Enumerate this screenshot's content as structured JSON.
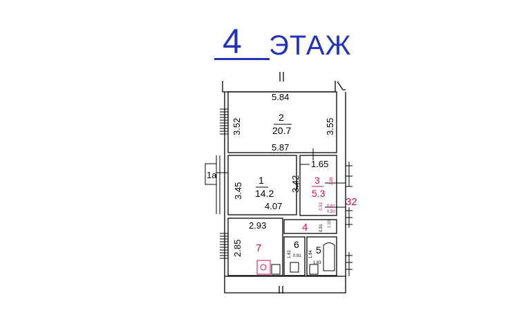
{
  "title": {
    "floor_number": "4",
    "floor_word": "ЭТАЖ"
  },
  "rooms": {
    "r2": {
      "number": "2",
      "area": "20.7",
      "dim_top": "5.84",
      "dim_left": "3.52",
      "dim_right": "3.55",
      "dim_bottom": "5.87"
    },
    "r1": {
      "number": "1",
      "area": "14.2",
      "dim_left": "3.45",
      "dim_right": "3.42",
      "dim_bottom": "4.07"
    },
    "r1a": {
      "label": "1а"
    },
    "r3": {
      "number": "3",
      "area": "5.3",
      "dim_top": "1.65",
      "dim_side": "2.89"
    },
    "r4": {
      "number": "4",
      "dim_a": "0.61",
      "dim_b": "0.50",
      "dim_c": "1.55",
      "dim_d": "0.53",
      "dim_e": "0.91"
    },
    "r5": {
      "number": "5",
      "dim_width": "1.83",
      "dim_height": "1.84"
    },
    "r6": {
      "number": "6",
      "dim_width": "0.91",
      "dim_height": "1.82"
    },
    "r7": {
      "number": "7",
      "dim_top": "2.93",
      "dim_left": "2.85"
    },
    "r32": {
      "label": "32"
    }
  },
  "colors": {
    "title": "#2233bb",
    "red_labels": "#d0104c",
    "walls": "#000000"
  }
}
